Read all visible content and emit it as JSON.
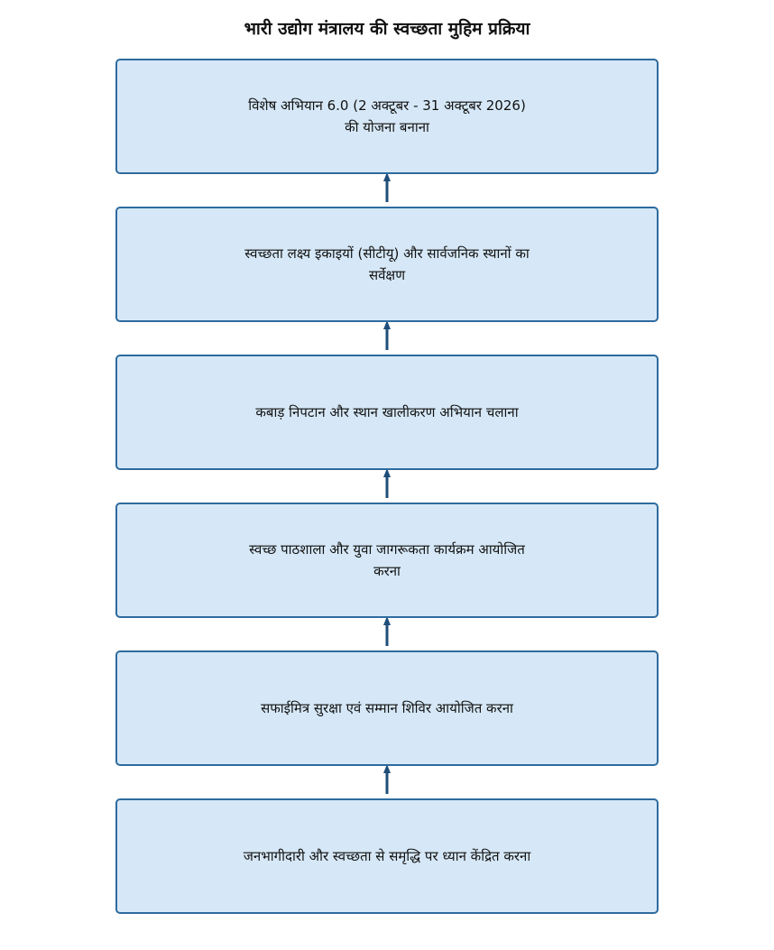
{
  "title": "भारी उद्योग मंत्रालय की स्वच्छता मुहिम प्रक्रिया",
  "colors": {
    "box_fill": "#d6e8f7",
    "box_border": "#2e6b9e",
    "arrow": "#1f4e79"
  },
  "steps": [
    {
      "text": "विशेष अभियान 6.0 (2 अक्टूबर - 31 अक्टूबर 2026) की योजना बनाना"
    },
    {
      "text": "स्वच्छता लक्ष्य इकाइयों (सीटीयू) और सार्वजनिक स्थानों का सर्वेक्षण"
    },
    {
      "text": "कबाड़ निपटान और स्थान खालीकरण अभियान चलाना"
    },
    {
      "text": "स्वच्छ पाठशाला और युवा जागरूकता कार्यक्रम आयोजित करना"
    },
    {
      "text": "सफाईमित्र सुरक्षा एवं सम्मान शिविर आयोजित करना"
    },
    {
      "text": "जनभागीदारी और स्वच्छता से समृद्धि पर ध्यान केंद्रित करना"
    }
  ]
}
